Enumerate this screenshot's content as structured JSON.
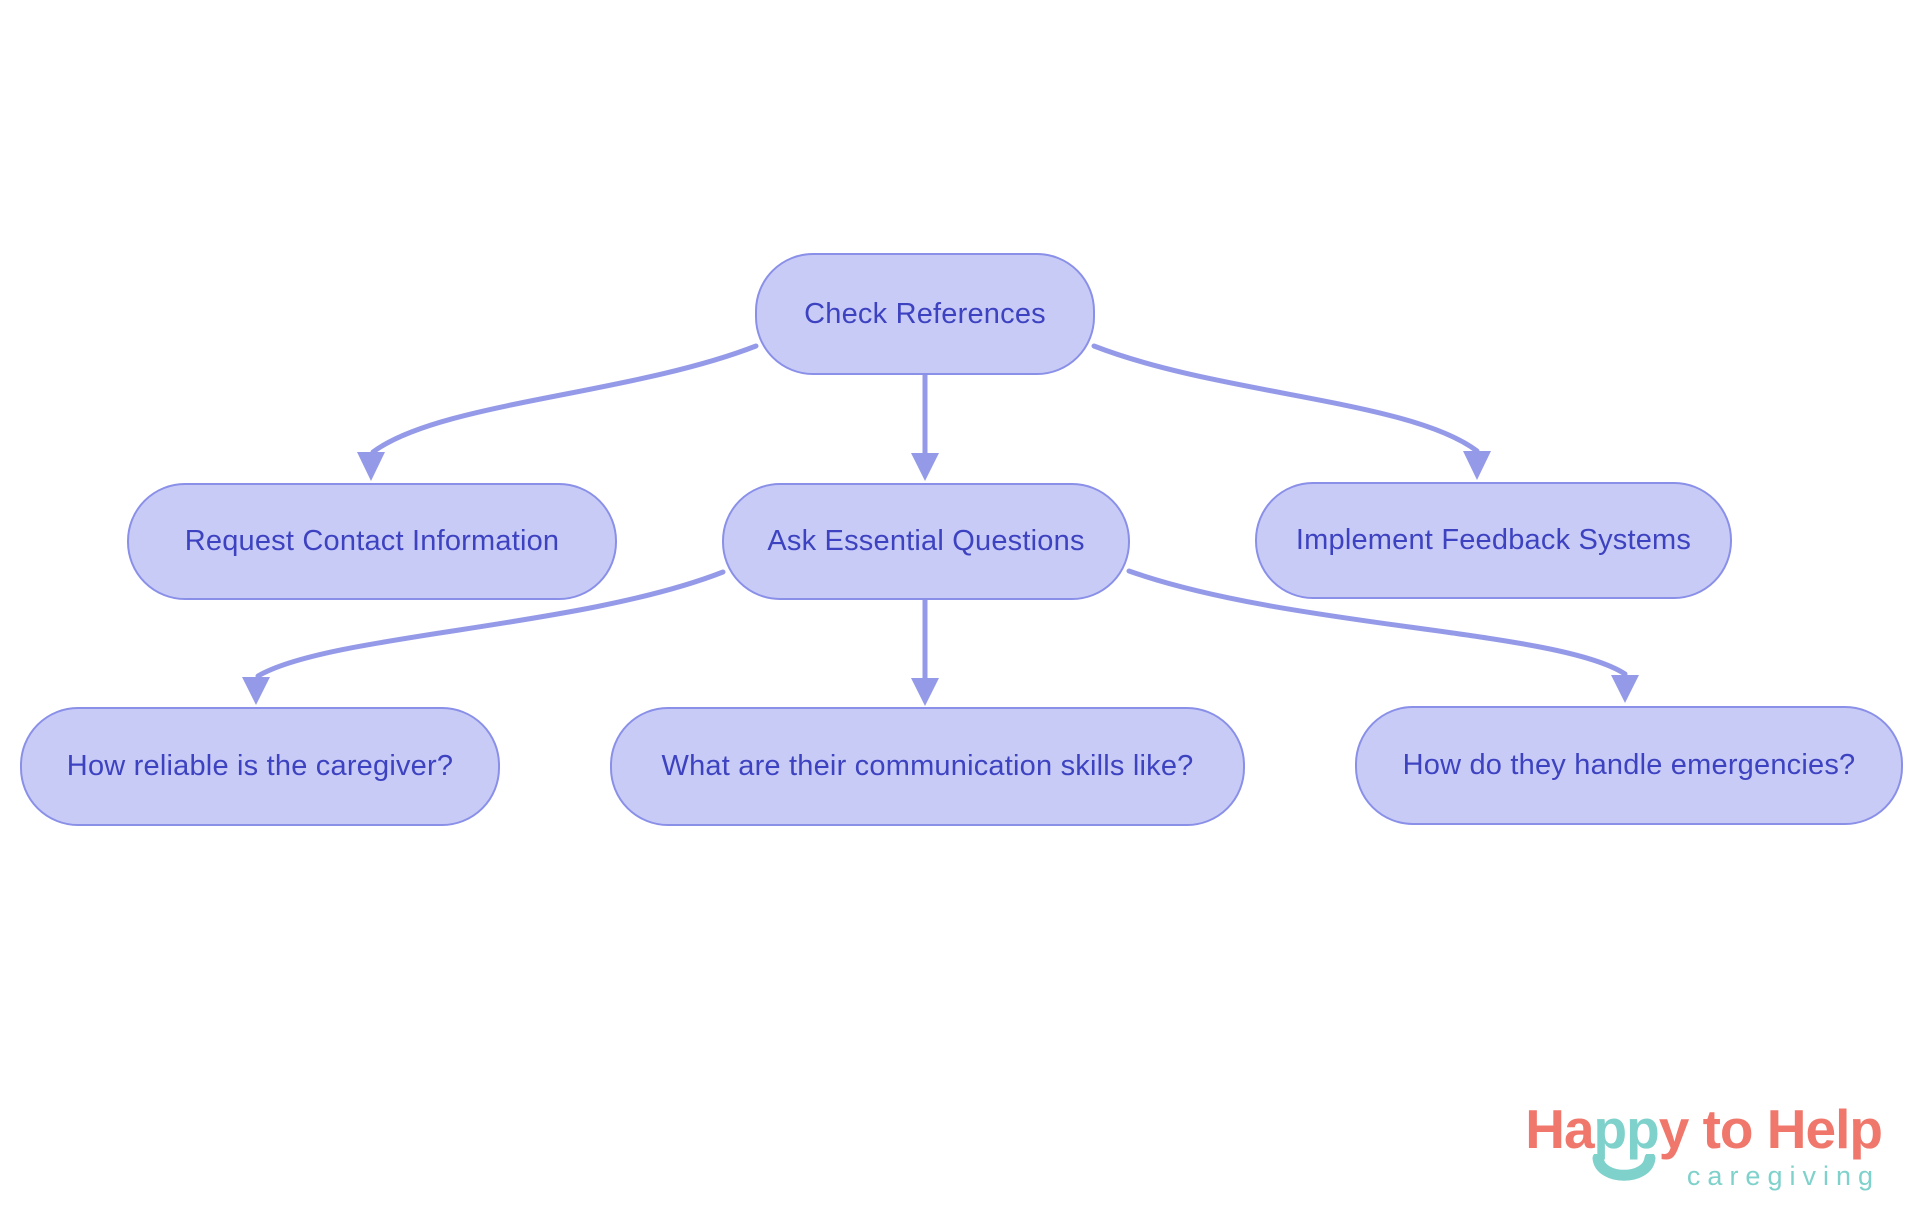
{
  "diagram": {
    "type": "flowchart",
    "nodes": [
      {
        "id": "check-references",
        "label": "Check References"
      },
      {
        "id": "request-contact-information",
        "label": "Request Contact Information"
      },
      {
        "id": "ask-essential-questions",
        "label": "Ask Essential Questions"
      },
      {
        "id": "implement-feedback-systems",
        "label": "Implement Feedback Systems"
      },
      {
        "id": "how-reliable",
        "label": "How reliable is the caregiver?"
      },
      {
        "id": "communication-skills",
        "label": "What are their communication skills like?"
      },
      {
        "id": "handle-emergencies",
        "label": "How do they handle emergencies?"
      }
    ],
    "edges": [
      {
        "from": "check-references",
        "to": "request-contact-information"
      },
      {
        "from": "check-references",
        "to": "ask-essential-questions"
      },
      {
        "from": "check-references",
        "to": "implement-feedback-systems"
      },
      {
        "from": "ask-essential-questions",
        "to": "how-reliable"
      },
      {
        "from": "ask-essential-questions",
        "to": "communication-skills"
      },
      {
        "from": "ask-essential-questions",
        "to": "handle-emergencies"
      }
    ],
    "colors": {
      "node_fill": "#c9cbf7",
      "node_border": "#8a90e8",
      "node_text": "#3d43c0",
      "arrow": "#959ae8",
      "background": "#ffffff"
    }
  },
  "logo": {
    "part1": "Ha",
    "part2": "pp",
    "part3": "y to Help",
    "tagline": "caregiving",
    "colors": {
      "coral": "#f0776b",
      "teal": "#7fd1cb"
    }
  }
}
